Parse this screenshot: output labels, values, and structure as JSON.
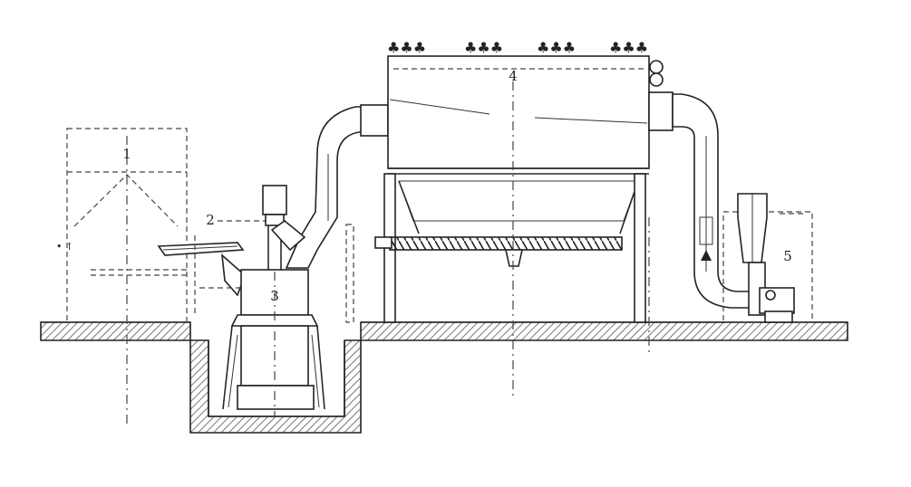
{
  "labels": {
    "part_1": "1",
    "part_2": "2",
    "part_3": "3",
    "part_4": "4",
    "part_5": "5"
  },
  "colors": {
    "line": "#2a2a2a",
    "ground_hatch": "#555555",
    "background": "#ffffff"
  }
}
